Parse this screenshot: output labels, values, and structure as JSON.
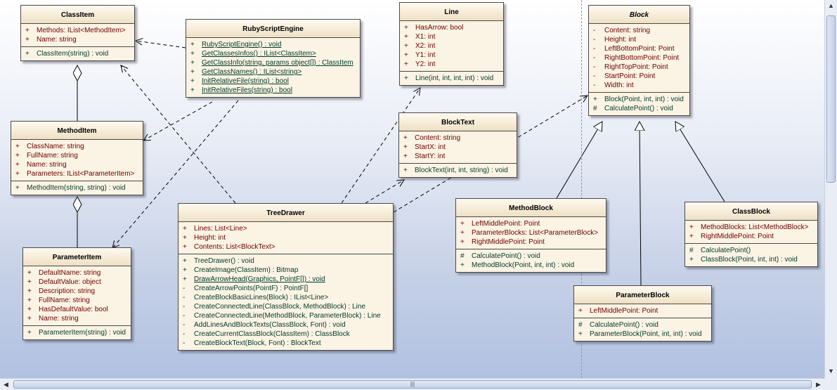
{
  "classes": [
    {
      "id": "ClassItem",
      "name": "ClassItem",
      "abstract": false,
      "attributes": [
        {
          "vis": "+",
          "text": "Methods:  IList<MethodItem>"
        },
        {
          "vis": "+",
          "text": "Name:  string"
        }
      ],
      "operations": [
        {
          "vis": "+",
          "text": "ClassItem(string) : void",
          "static": false
        }
      ]
    },
    {
      "id": "RubyScriptEngine",
      "name": "RubyScriptEngine",
      "abstract": false,
      "attributes": [],
      "operations": [
        {
          "vis": "+",
          "text": "RubyScriptEngine() : void",
          "static": true
        },
        {
          "vis": "+",
          "text": "GetClassesInfos() : IList<ClassItem>",
          "static": true
        },
        {
          "vis": "+",
          "text": "GetClassInfo(string, params object[]) : ClassItem",
          "static": true
        },
        {
          "vis": "+",
          "text": "GetClassNames() : IList<string>",
          "static": true
        },
        {
          "vis": "+",
          "text": "InitRelativeFile(string) : bool",
          "static": true
        },
        {
          "vis": "+",
          "text": "InitRelativeFiles(string) : bool",
          "static": true
        }
      ]
    },
    {
      "id": "Line",
      "name": "Line",
      "abstract": false,
      "attributes": [
        {
          "vis": "+",
          "text": "HasArrow:  bool"
        },
        {
          "vis": "+",
          "text": "X1:  int"
        },
        {
          "vis": "+",
          "text": "X2:  int"
        },
        {
          "vis": "+",
          "text": "Y1:  int"
        },
        {
          "vis": "+",
          "text": "Y2:  int"
        }
      ],
      "operations": [
        {
          "vis": "+",
          "text": "Line(int, int, int, int) : void",
          "static": false
        }
      ]
    },
    {
      "id": "Block",
      "name": "Block",
      "abstract": true,
      "attributes": [
        {
          "vis": "-",
          "text": "Content:  string"
        },
        {
          "vis": "-",
          "text": "Height:  int"
        },
        {
          "vis": "-",
          "text": "LeftBottomPoint:  Point"
        },
        {
          "vis": "-",
          "text": "RightBottomPoint:  Point"
        },
        {
          "vis": "-",
          "text": "RightTopPoint:  Point"
        },
        {
          "vis": "-",
          "text": "StartPoint:  Point"
        },
        {
          "vis": "-",
          "text": "Width:  int"
        }
      ],
      "operations": [
        {
          "vis": "+",
          "text": "Block(Point, int, int) : void",
          "static": false
        },
        {
          "vis": "#",
          "text": "CalculatePoint() : void",
          "static": false
        }
      ]
    },
    {
      "id": "MethodItem",
      "name": "MethodItem",
      "abstract": false,
      "attributes": [
        {
          "vis": "+",
          "text": "ClassName:  string"
        },
        {
          "vis": "+",
          "text": "FullName:  string"
        },
        {
          "vis": "+",
          "text": "Name:  string"
        },
        {
          "vis": "+",
          "text": "Parameters:  IList<ParameterItem>"
        }
      ],
      "operations": [
        {
          "vis": "+",
          "text": "MethodItem(string, string) : void",
          "static": false
        }
      ]
    },
    {
      "id": "BlockText",
      "name": "BlockText",
      "abstract": false,
      "attributes": [
        {
          "vis": "+",
          "text": "Content:  string"
        },
        {
          "vis": "+",
          "text": "StartX:  int"
        },
        {
          "vis": "+",
          "text": "StartY:  int"
        }
      ],
      "operations": [
        {
          "vis": "+",
          "text": "BlockText(int, int, string) : void",
          "static": false
        }
      ]
    },
    {
      "id": "TreeDrawer",
      "name": "TreeDrawer",
      "abstract": false,
      "attributes": [
        {
          "vis": "+",
          "text": "Lines:  List<Line>"
        },
        {
          "vis": "+",
          "text": "Height:  int"
        },
        {
          "vis": "+",
          "text": "Contents:  List<BlockText>"
        }
      ],
      "operations": [
        {
          "vis": "+",
          "text": "TreeDrawer() : void",
          "static": false
        },
        {
          "vis": "+",
          "text": "CreateImage(ClassItem) : Bitmap",
          "static": false
        },
        {
          "vis": "+",
          "text": "DrawArrowHead(Graphics, PointF[]) : void",
          "static": true
        },
        {
          "vis": "-",
          "text": "CreateArrowPoints(PointF) : PointF[]",
          "static": false
        },
        {
          "vis": "-",
          "text": "CreateBlockBasicLines(Block) : IList<Line>",
          "static": false
        },
        {
          "vis": "-",
          "text": "CreateConnectedLine(ClassBlock, MethodBlock) : Line",
          "static": false
        },
        {
          "vis": "-",
          "text": "CreateConnectedLine(MethodBlock, ParameterBlock) : Line",
          "static": false
        },
        {
          "vis": "-",
          "text": "AddLinesAndBlockTexts(ClassBlock, Font) : void",
          "static": false
        },
        {
          "vis": "-",
          "text": "CreateCurrentClassBlock(ClassItem) : ClassBlock",
          "static": false
        },
        {
          "vis": "-",
          "text": "CreateBlockText(Block, Font) : BlockText",
          "static": false
        }
      ]
    },
    {
      "id": "MethodBlock",
      "name": "MethodBlock",
      "abstract": false,
      "attributes": [
        {
          "vis": "+",
          "text": "LeftMiddlePoint:  Point"
        },
        {
          "vis": "+",
          "text": "ParameterBlocks:  List<ParameterBlock>"
        },
        {
          "vis": "+",
          "text": "RightMiddlePoint:  Point"
        }
      ],
      "operations": [
        {
          "vis": "#",
          "text": "CalculatePoint() : void",
          "static": false
        },
        {
          "vis": "+",
          "text": "MethodBlock(Point, int, int) : void",
          "static": false
        }
      ]
    },
    {
      "id": "ClassBlock",
      "name": "ClassBlock",
      "abstract": false,
      "attributes": [
        {
          "vis": "+",
          "text": "MethodBlocks:  List<MethodBlock>"
        },
        {
          "vis": "+",
          "text": "RightMiddlePoint:  Point"
        }
      ],
      "operations": [
        {
          "vis": "#",
          "text": "CalculatePoint()",
          "static": false
        },
        {
          "vis": "+",
          "text": "ClassBlock(Point, int, int) : void",
          "static": false
        }
      ]
    },
    {
      "id": "ParameterItem",
      "name": "ParameterItem",
      "abstract": false,
      "attributes": [
        {
          "vis": "+",
          "text": "DefaultName:  string"
        },
        {
          "vis": "+",
          "text": "DefaultValue:  object"
        },
        {
          "vis": "+",
          "text": "Description:  string"
        },
        {
          "vis": "+",
          "text": "FullName:  string"
        },
        {
          "vis": "+",
          "text": "HasDefaultValue:  bool"
        },
        {
          "vis": "+",
          "text": "Name:  string"
        }
      ],
      "operations": [
        {
          "vis": "+",
          "text": "ParameterItem(string) : void",
          "static": false
        }
      ]
    },
    {
      "id": "ParameterBlock",
      "name": "ParameterBlock",
      "abstract": false,
      "attributes": [
        {
          "vis": "+",
          "text": "LeftMiddlePoint:  Point"
        }
      ],
      "operations": [
        {
          "vis": "#",
          "text": "CalculatePoint() : void",
          "static": false
        },
        {
          "vis": "+",
          "text": "ParameterBlock(Point, int, int) : void",
          "static": false
        }
      ]
    }
  ],
  "relations": [
    {
      "type": "dependency",
      "from": "RubyScriptEngine",
      "to": "ClassItem"
    },
    {
      "type": "dependency",
      "from": "RubyScriptEngine",
      "to": "MethodItem"
    },
    {
      "type": "dependency",
      "from": "RubyScriptEngine",
      "to": "ParameterItem"
    },
    {
      "type": "dependency",
      "from": "TreeDrawer",
      "to": "ClassItem"
    },
    {
      "type": "dependency",
      "from": "TreeDrawer",
      "to": "Line"
    },
    {
      "type": "dependency",
      "from": "TreeDrawer",
      "to": "BlockText"
    },
    {
      "type": "dependency",
      "from": "TreeDrawer",
      "to": "Block"
    },
    {
      "type": "aggregation",
      "from": "MethodItem",
      "to": "ClassItem"
    },
    {
      "type": "aggregation",
      "from": "ParameterItem",
      "to": "MethodItem"
    },
    {
      "type": "generalization",
      "from": "MethodBlock",
      "to": "Block"
    },
    {
      "type": "generalization",
      "from": "ParameterBlock",
      "to": "Block"
    },
    {
      "type": "generalization",
      "from": "ClassBlock",
      "to": "Block"
    }
  ],
  "scrollbar": {
    "grip_icon": "grip-lines-icon"
  }
}
